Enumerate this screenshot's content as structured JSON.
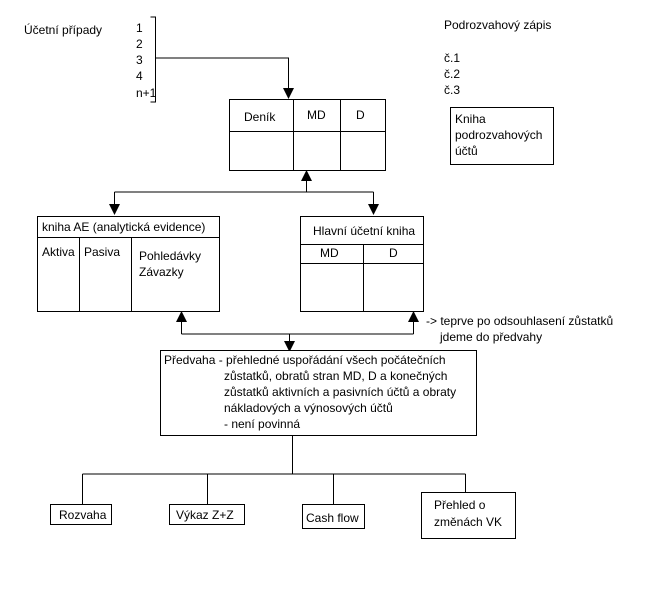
{
  "ucetni_pripady": {
    "label": "Účetní případy",
    "items": [
      "1",
      "2",
      "3",
      "4",
      "n+1"
    ]
  },
  "podrozvahovy": {
    "title": "Podrozvahový zápis",
    "items": [
      "č.1",
      "č.2",
      "č.3"
    ],
    "kniha": [
      "Kniha",
      "podrozvahových",
      "účtů"
    ]
  },
  "denik": {
    "col1": "Deník",
    "col2": "MD",
    "col3": "D"
  },
  "kniha_ae": {
    "title": "kniha AE (analytická evidence)",
    "aktiva": "Aktiva",
    "pasiva": "Pasiva",
    "pohledavky": "Pohledávky",
    "zavazky": "Závazky"
  },
  "hlavni_kniha": {
    "title": "Hlavní účetní kniha",
    "md": "MD",
    "d": "D"
  },
  "note": [
    "-> teprve po odsouhlasení zůstatků",
    "jdeme do předvahy"
  ],
  "predvaha": {
    "lines": [
      "Předvaha - přehledné uspořádání všech počátečních",
      "zůstatků, obratů stran MD, D a konečných",
      "zůstatků aktivních a pasivních účtů a obraty",
      "nákladových a výnosových účtů",
      "- není povinná"
    ]
  },
  "outputs": {
    "rozvaha": "Rozvaha",
    "vykaz": "Výkaz Z+Z",
    "cashflow": "Cash flow",
    "prehled": [
      "Přehled o",
      "změnách VK"
    ]
  }
}
